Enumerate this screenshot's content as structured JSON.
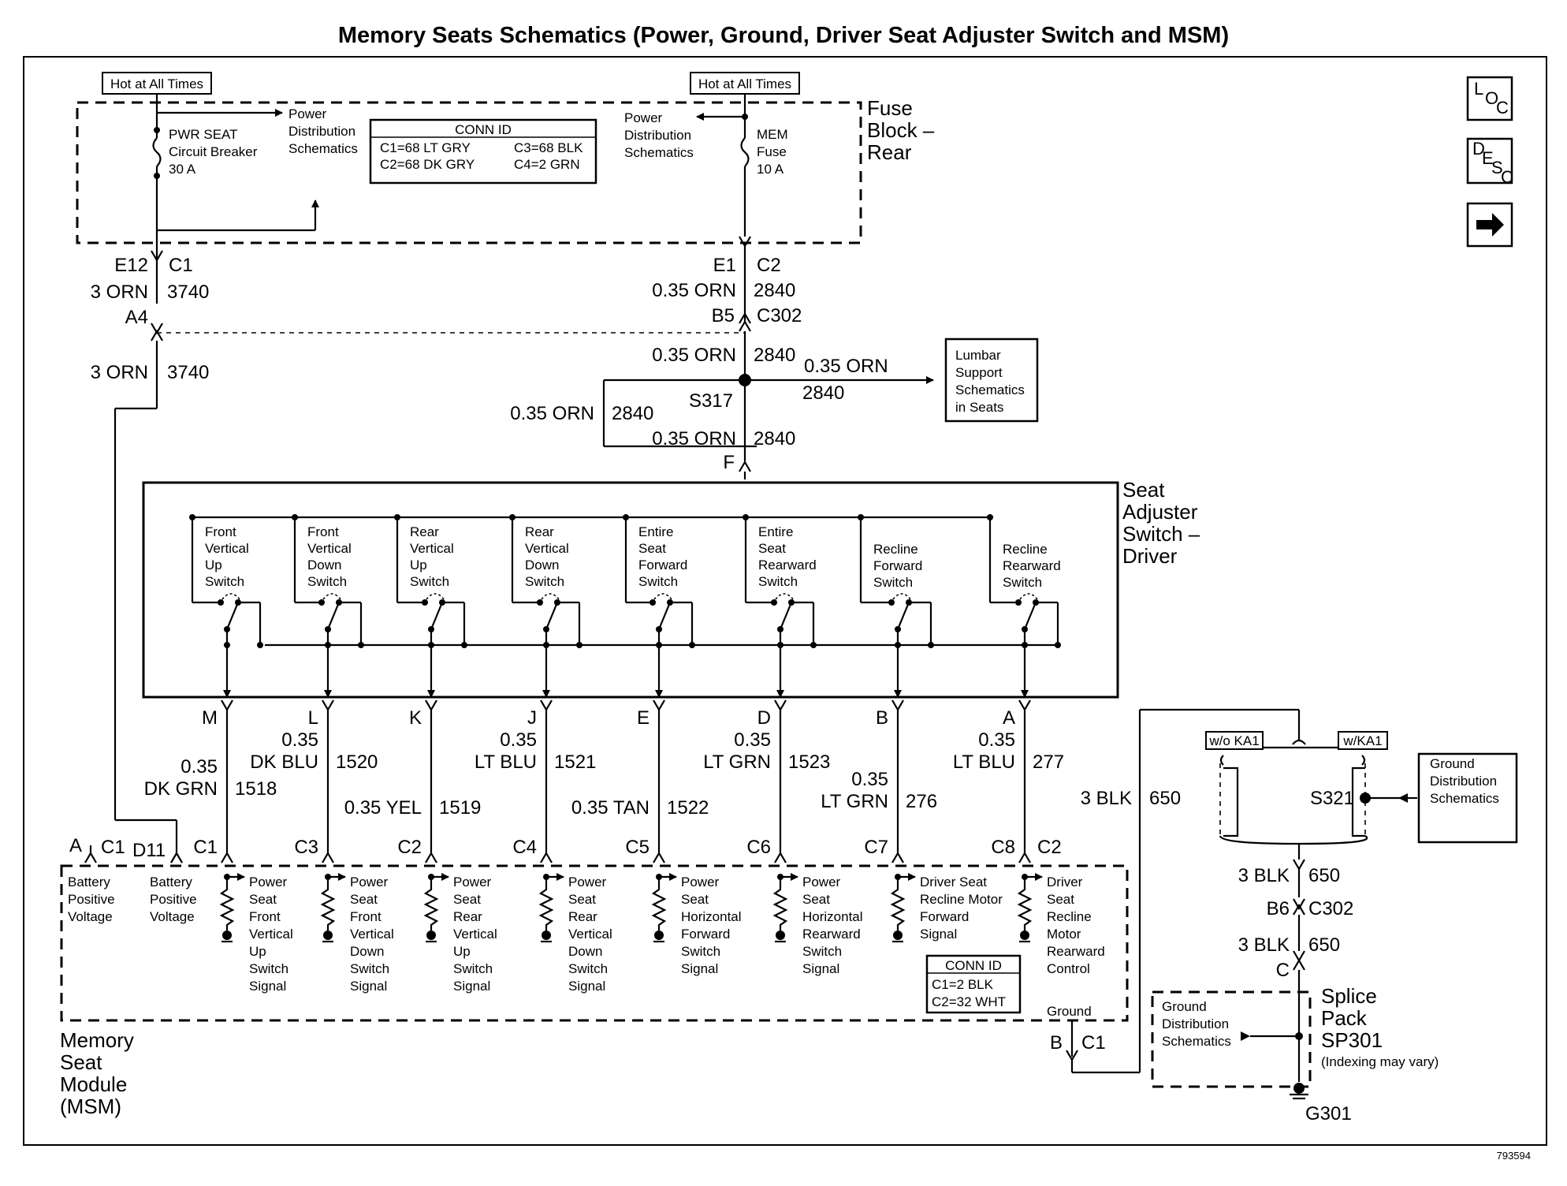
{
  "title": "Memory Seats Schematics (Power, Ground, Driver Seat Adjuster Switch and MSM)",
  "figure_id": "793594",
  "nav_icons": [
    "loc-icon",
    "desc-icon",
    "next-arrow-icon"
  ],
  "fuse_block": {
    "name_lines": [
      "Fuse",
      "Block –",
      "Rear"
    ],
    "hot_label": "Hot at All Times",
    "breaker_lines": [
      "PWR SEAT",
      "Circuit Breaker",
      "30 A"
    ],
    "fuse_lines": [
      "MEM",
      "Fuse",
      "10 A"
    ],
    "pds_lines": [
      "Power",
      "Distribution",
      "Schematics"
    ],
    "conn_id": {
      "title": "CONN ID",
      "rows": [
        [
          "C1=68 LT GRY",
          "C3=68 BLK"
        ],
        [
          "C2=68 DK GRY",
          "C4=2 GRN"
        ]
      ]
    }
  },
  "left_feed": {
    "pin_top": "E12",
    "conn_top": "C1",
    "wire": "3 ORN",
    "circuit": "3740",
    "pin_bottom": "A4"
  },
  "mem_feed": {
    "pin_top": "E1",
    "conn_top": "C2",
    "wire": "0.35 ORN",
    "circuit": "2840",
    "pin_bottom": "B5",
    "conn_bottom": "C302",
    "splice": "S317",
    "pin_switch": "F"
  },
  "lumbar": {
    "wire": "0.35 ORN",
    "circuit": "2840",
    "box_lines": [
      "Lumbar",
      "Support",
      "Schematics",
      "in Seats"
    ]
  },
  "seat_switch": {
    "name_lines": [
      "Seat",
      "Adjuster",
      "Switch –",
      "Driver"
    ],
    "switches": [
      {
        "lines": [
          "Front",
          "Vertical",
          "Up",
          "Switch"
        ]
      },
      {
        "lines": [
          "Front",
          "Vertical",
          "Down",
          "Switch"
        ]
      },
      {
        "lines": [
          "Rear",
          "Vertical",
          "Up",
          "Switch"
        ]
      },
      {
        "lines": [
          "Rear",
          "Vertical",
          "Down",
          "Switch"
        ]
      },
      {
        "lines": [
          "Entire",
          "Seat",
          "Forward",
          "Switch"
        ]
      },
      {
        "lines": [
          "Entire",
          "Seat",
          "Rearward",
          "Switch"
        ]
      },
      {
        "lines": [
          "Recline",
          "Forward",
          "Switch"
        ]
      },
      {
        "lines": [
          "Recline",
          "Rearward",
          "Switch"
        ]
      }
    ]
  },
  "signal_wires": [
    {
      "pin": "M",
      "wire_lines": [
        "0.35",
        "DK GRN"
      ],
      "circuit": "1518",
      "msm_pin": "C1",
      "signal_lines": [
        "Power",
        "Seat",
        "Front",
        "Vertical",
        "Up",
        "Switch",
        "Signal"
      ]
    },
    {
      "pin": "L",
      "wire_lines": [
        "0.35",
        "DK BLU"
      ],
      "circuit": "1520",
      "msm_pin": "C3",
      "signal_lines": [
        "Power",
        "Seat",
        "Front",
        "Vertical",
        "Down",
        "Switch",
        "Signal"
      ]
    },
    {
      "pin": "K",
      "wire_lines": [
        "0.35 YEL"
      ],
      "circuit": "1519",
      "msm_pin": "C2",
      "signal_lines": [
        "Power",
        "Seat",
        "Rear",
        "Vertical",
        "Up",
        "Switch",
        "Signal"
      ]
    },
    {
      "pin": "J",
      "wire_lines": [
        "0.35",
        "LT BLU"
      ],
      "circuit": "1521",
      "msm_pin": "C4",
      "signal_lines": [
        "Power",
        "Seat",
        "Rear",
        "Vertical",
        "Down",
        "Switch",
        "Signal"
      ]
    },
    {
      "pin": "E",
      "wire_lines": [
        "0.35 TAN"
      ],
      "circuit": "1522",
      "msm_pin": "C5",
      "signal_lines": [
        "Power",
        "Seat",
        "Horizontal",
        "Forward",
        "Switch",
        "Signal"
      ]
    },
    {
      "pin": "D",
      "wire_lines": [
        "0.35",
        "LT GRN"
      ],
      "circuit": "1523",
      "msm_pin": "C6",
      "signal_lines": [
        "Power",
        "Seat",
        "Horizontal",
        "Rearward",
        "Switch",
        "Signal"
      ]
    },
    {
      "pin": "B",
      "wire_lines": [
        "0.35",
        "LT GRN"
      ],
      "circuit": "276",
      "msm_pin": "C7",
      "signal_lines": [
        "Driver Seat",
        "Recline Motor",
        "Forward",
        "Signal"
      ]
    },
    {
      "pin": "A",
      "wire_lines": [
        "0.35",
        "LT BLU"
      ],
      "circuit": "277",
      "msm_pin": "C8",
      "conn": "C2",
      "signal_lines": [
        "Driver",
        "Seat",
        "Recline",
        "Motor",
        "Rearward",
        "Control"
      ]
    }
  ],
  "msm": {
    "name_lines": [
      "Memory",
      "Seat",
      "Module",
      "(MSM)"
    ],
    "pin_a": "A",
    "conn_a": "C1",
    "pin_d11": "D11",
    "batt_lines": [
      "Battery",
      "Positive",
      "Voltage"
    ],
    "conn_id": {
      "title": "CONN ID",
      "rows": [
        "C1=2 BLK",
        "C2=32 WHT"
      ]
    },
    "ground_label": "Ground",
    "ground_pin": "B",
    "ground_conn": "C1"
  },
  "ground_path": {
    "wire": "3 BLK",
    "circuit": "650",
    "wo_option": "w/o KA1",
    "w_option": "w/KA1",
    "splice": "S321",
    "gds_lines": [
      "Ground",
      "Distribution",
      "Schematics"
    ],
    "pin_b6": "B6",
    "conn_c302": "C302",
    "pin_c": "C",
    "splice_pack_lines": [
      "Splice",
      "Pack",
      "SP301"
    ],
    "indexing": "(Indexing may vary)",
    "ground": "G301"
  }
}
